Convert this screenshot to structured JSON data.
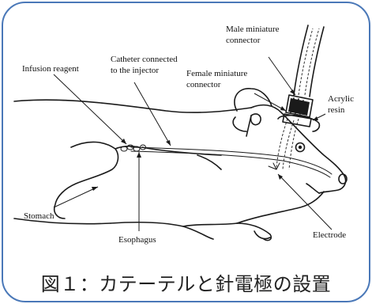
{
  "labels": {
    "infusion_reagent": "Infusion  reagent",
    "catheter_line1": "Catheter connected",
    "catheter_line2": "to the injector",
    "male_line1": "Male miniature",
    "male_line2": "connector",
    "female_line1": "Female miniature",
    "female_line2": "connector",
    "acrylic_line1": "Acrylic",
    "acrylic_line2": "resin",
    "stomach": "Stomach",
    "esophagus": "Esophagus",
    "electrode": "Electrode"
  },
  "caption": "図１：カテーテルと針電極の設置",
  "colors": {
    "frame_border": "#4a78b8",
    "ink": "#1a1a1a"
  }
}
